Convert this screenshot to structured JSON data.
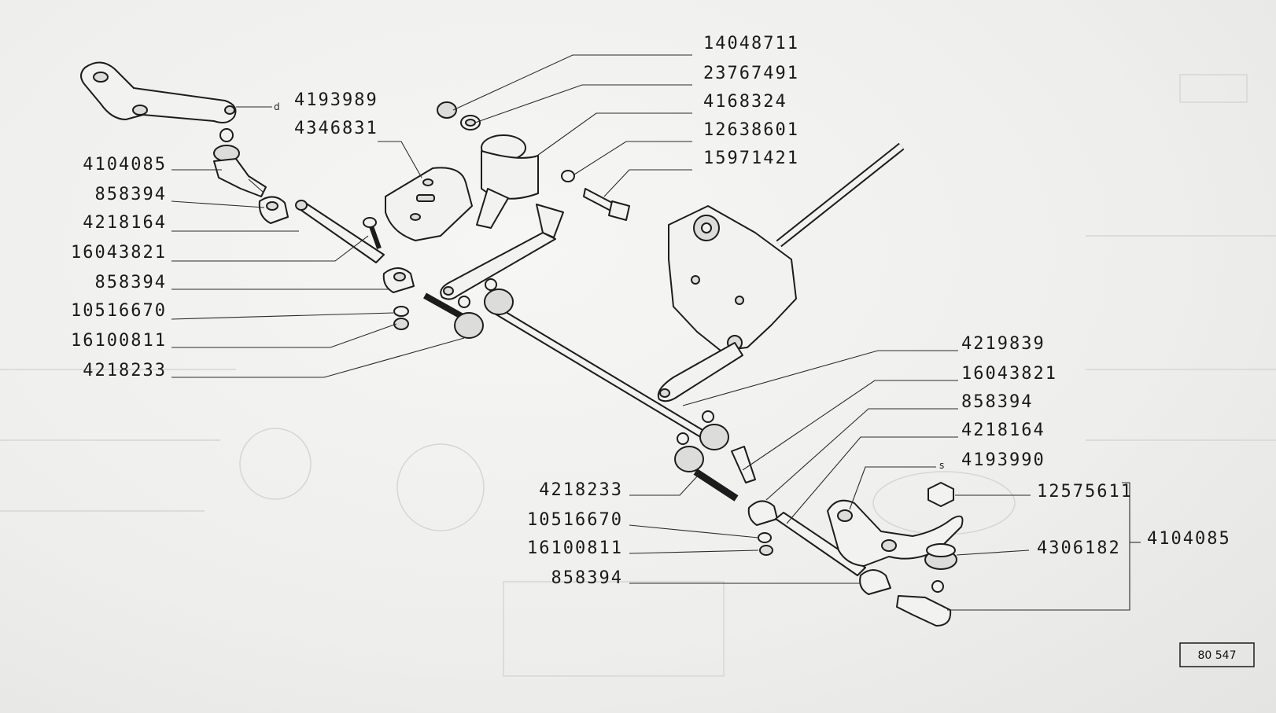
{
  "figure_number": "80 547",
  "labels": {
    "p14048711": "14048711",
    "p23767491": "23767491",
    "p4168324": "4168324",
    "p12638601": "12638601",
    "p15971421": "15971421",
    "p4193989": "4193989",
    "p4346831": "4346831",
    "l4104085": "4104085",
    "l858394a": "858394",
    "l4218164": "4218164",
    "l16043821": "16043821",
    "l858394b": "858394",
    "l10516670": "10516670",
    "l16100811": "16100811",
    "l4218233": "4218233",
    "r4219839": "4219839",
    "r16043821": "16043821",
    "r858394": "858394",
    "r4218164": "4218164",
    "r4193990": "4193990",
    "r12575611": "12575611",
    "r4306182": "4306182",
    "r4104085": "4104085",
    "b4218233": "4218233",
    "b10516670": "10516670",
    "b16100811": "16100811",
    "b858394": "858394"
  },
  "markers": {
    "d": "d",
    "s": "s"
  }
}
